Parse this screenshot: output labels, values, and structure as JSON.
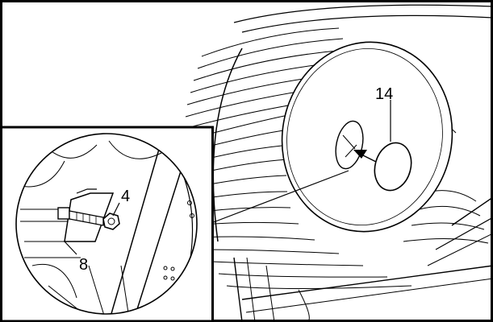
{
  "diagram": {
    "callouts": {
      "part_14": "14",
      "part_4": "4",
      "part_8": "8"
    },
    "colors": {
      "line": "#000000",
      "background": "#ffffff"
    }
  }
}
